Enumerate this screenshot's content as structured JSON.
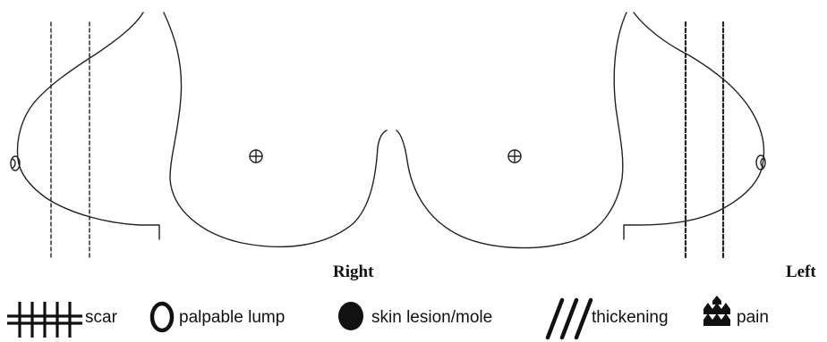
{
  "labels": {
    "right": "Right",
    "left": "Left"
  },
  "legend": [
    {
      "icon": "scar-icon",
      "label": "scar"
    },
    {
      "icon": "palpable-lump-icon",
      "label": "palpable lump"
    },
    {
      "icon": "skin-lesion-mole-icon",
      "label": "skin lesion/mole"
    },
    {
      "icon": "thickening-icon",
      "label": "thickening"
    },
    {
      "icon": "pain-icon",
      "label": "pain"
    }
  ],
  "colors": {
    "line": "#222222",
    "background": "#ffffff"
  }
}
